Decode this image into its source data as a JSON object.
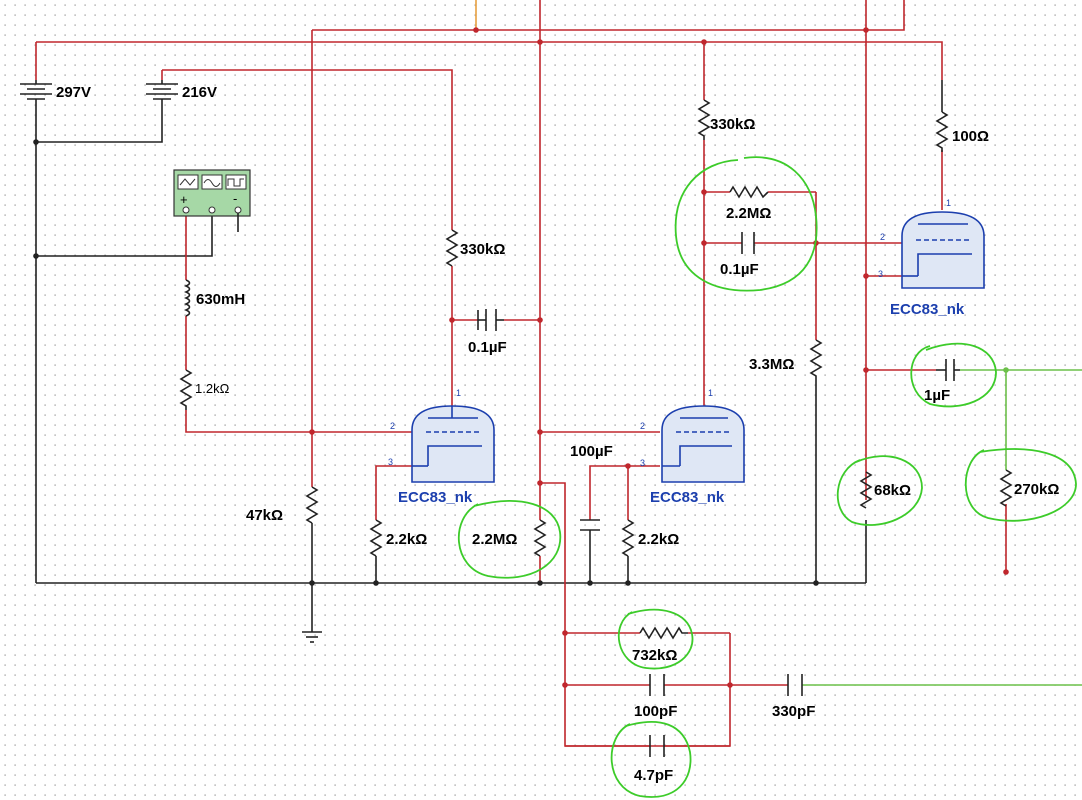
{
  "labels": {
    "v1": "297V",
    "v2": "216V",
    "l1": "630mH",
    "r_12k": "1.2kΩ",
    "r_330k_a": "330kΩ",
    "c_01_a": "0.1µF",
    "r_47k": "47kΩ",
    "r_22k_a": "2.2kΩ",
    "r_22M_a": "2.2MΩ",
    "c_100u": "100µF",
    "r_22k_b": "2.2kΩ",
    "r_330k_b": "330kΩ",
    "r_22M_b": "2.2MΩ",
    "c_01_b": "0.1µF",
    "r_33M": "3.3MΩ",
    "r_100": "100Ω",
    "c_1u": "1µF",
    "r_68k": "68kΩ",
    "r_270k": "270kΩ",
    "r_732k": "732kΩ",
    "c_100p": "100pF",
    "c_47p": "4.7pF",
    "c_330p": "330pF"
  },
  "tubes": [
    {
      "label": "ECC83_nk",
      "pins": [
        "1",
        "2",
        "3"
      ]
    },
    {
      "label": "ECC83_nk",
      "pins": [
        "1",
        "2",
        "3"
      ]
    },
    {
      "label": "ECC83_nk",
      "pins": [
        "1",
        "2",
        "3"
      ]
    }
  ],
  "function_generator": {
    "terminals": [
      "+",
      "-"
    ]
  },
  "colors": {
    "wire": "#c0272d",
    "output_wire": "#6cc04a",
    "tube": "#1c3fae",
    "highlight_circle": "#3dcc2a",
    "grid_dot": "#8a8a8a"
  }
}
